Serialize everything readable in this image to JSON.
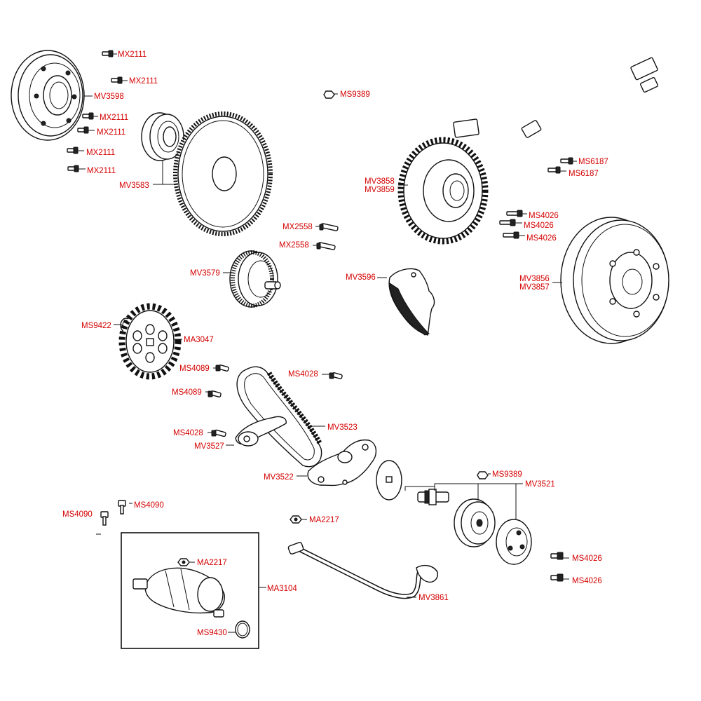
{
  "labels": {
    "mx2111_a": "MX2111",
    "mx2111_b": "MX2111",
    "mx2111_c": "MX2111",
    "mx2111_d": "MX2111",
    "mx2111_e": "MX2111",
    "mx2111_f": "MX2111",
    "mv3598": "MV3598",
    "mv3583": "MV3583",
    "ms9389_top": "MS9389",
    "mv3858": "MV3858",
    "mv3859": "MV3859",
    "ms6187_a": "MS6187",
    "ms6187_b": "MS6187",
    "ms4026_a": "MS4026",
    "ms4026_b": "MS4026",
    "ms4026_c": "MS4026",
    "mx2558_a": "MX2558",
    "mx2558_b": "MX2558",
    "mv3579": "MV3579",
    "mv3596": "MV3596",
    "mv3856": "MV3856",
    "mv3857": "MV3857",
    "ms9422": "MS9422",
    "ma3047": "MA3047",
    "ms4089_a": "MS4089",
    "ms4089_b": "MS4089",
    "ms4028_top": "MS4028",
    "mv3523": "MV3523",
    "ms4028_left": "MS4028",
    "mv3527": "MV3527",
    "mv3522": "MV3522",
    "ms9389_mid": "MS9389",
    "mv3521": "MV3521",
    "ms4090_a": "MS4090",
    "ms4090_b": "MS4090",
    "ma2217_mid": "MA2217",
    "ma2217_box": "MA2217",
    "ma3104": "MA3104",
    "ms9430": "MS9430",
    "mv3861": "MV3861",
    "ms4026_d": "MS4026",
    "ms4026_e": "MS4026"
  },
  "colors": {
    "label": "#d40000",
    "line": "#111111",
    "background": "#ffffff"
  }
}
